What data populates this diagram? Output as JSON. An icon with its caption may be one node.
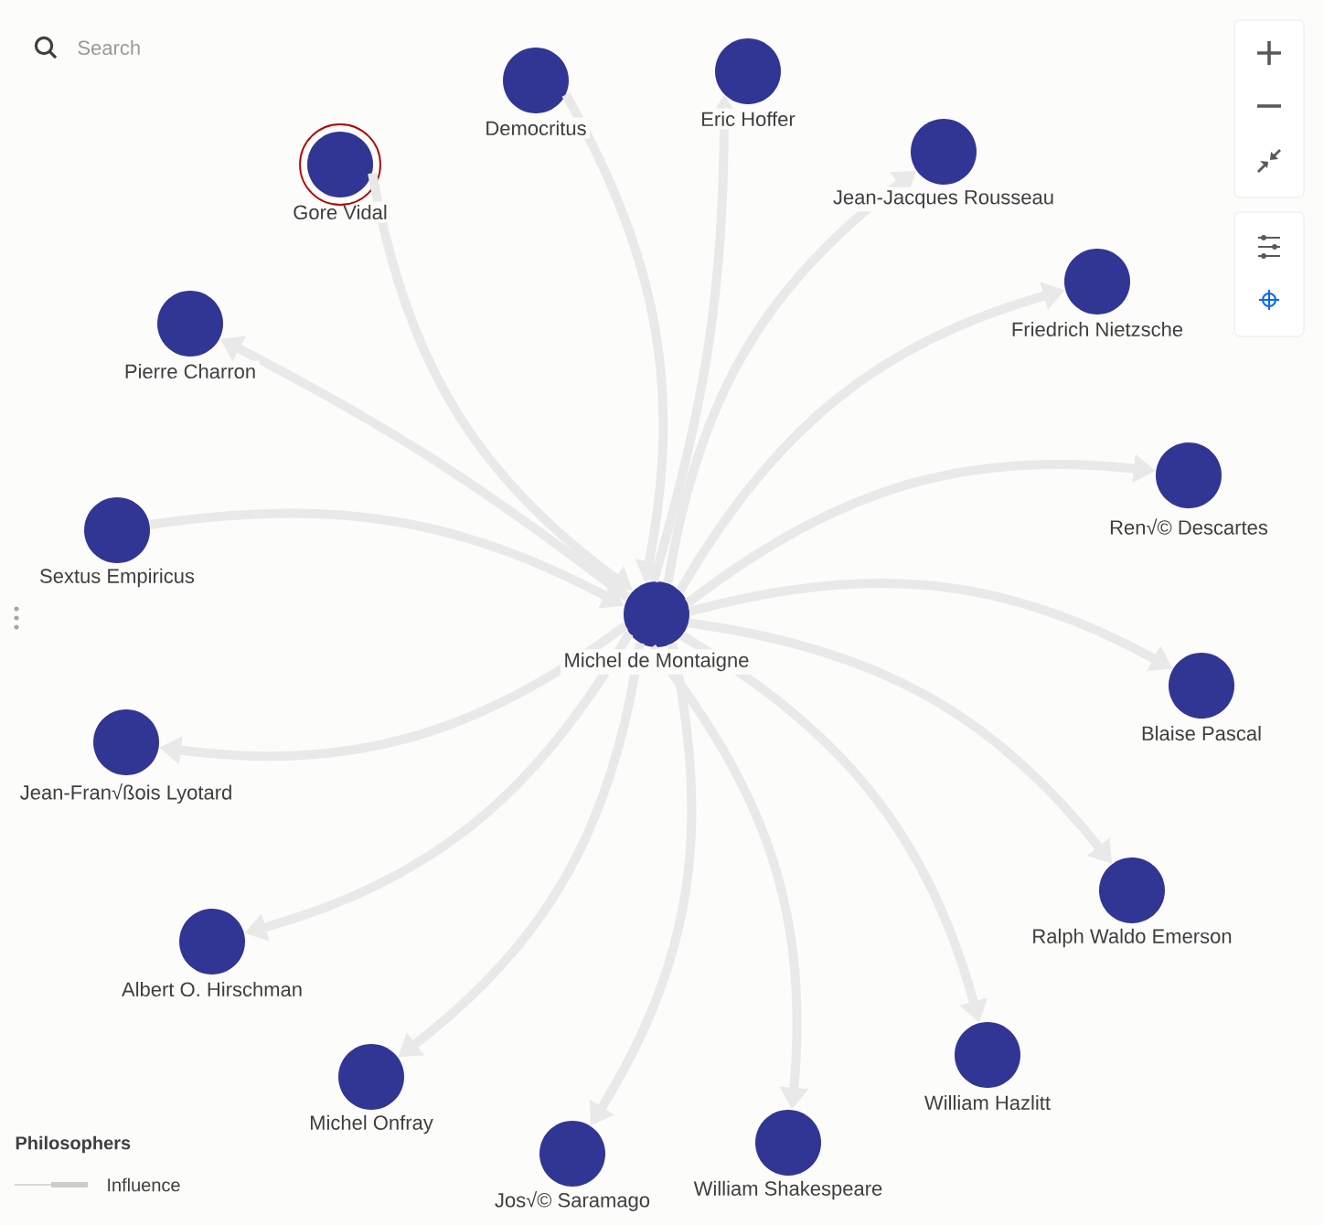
{
  "diagram": {
    "nodes": [
      {
        "text": [
          "Democritus"
        ]
      },
      {
        "text": [
          "Eric Hoffer"
        ]
      },
      {
        "text": [
          "Gore Vidal"
        ]
      },
      {
        "text": [
          "Jean-Jacques Rousseau"
        ]
      },
      {
        "text": [
          "Friedrich Nietzsche"
        ]
      },
      {
        "text": [
          "Pierre Charron"
        ]
      },
      {
        "text": [
          "Sextus Empiricus"
        ]
      },
      {
        "text": [
          "Ren√© Descartes"
        ]
      },
      {
        "text": [
          "Michel de Montaigne"
        ]
      },
      {
        "text": [
          "Blaise Pascal"
        ]
      },
      {
        "text": [
          "Jean-Fran√ßois Lyotard"
        ]
      },
      {
        "text": [
          "Ralph Waldo Emerson"
        ]
      },
      {
        "text": [
          "Albert O. Hirschman"
        ]
      },
      {
        "text": [
          "William Hazlitt"
        ]
      },
      {
        "text": [
          "Michel Onfray"
        ]
      },
      {
        "text": [
          "Jos√© Saramago"
        ]
      },
      {
        "text": [
          "William Shakespeare"
        ]
      }
    ],
    "edges": [
      {
        "from": 0,
        "to": 8,
        "arrow": "to"
      },
      {
        "from": 2,
        "to": 8,
        "arrow": "to"
      },
      {
        "from": 6,
        "to": 8,
        "arrow": "to"
      },
      {
        "from": 8,
        "to": 1,
        "arrow": "to"
      },
      {
        "from": 8,
        "to": 3,
        "arrow": "to"
      },
      {
        "from": 8,
        "to": 4,
        "arrow": "to"
      },
      {
        "from": 8,
        "to": 5,
        "arrow": "to"
      },
      {
        "from": 8,
        "to": 7,
        "arrow": "to"
      },
      {
        "from": 8,
        "to": 9,
        "arrow": "to"
      },
      {
        "from": 8,
        "to": 10,
        "arrow": "to"
      },
      {
        "from": 8,
        "to": 11,
        "arrow": "to"
      },
      {
        "from": 8,
        "to": 12,
        "arrow": "to"
      },
      {
        "from": 8,
        "to": 13,
        "arrow": "to"
      },
      {
        "from": 8,
        "to": 14,
        "arrow": "to"
      },
      {
        "from": 8,
        "to": 15,
        "arrow": "to"
      },
      {
        "from": 8,
        "to": 16,
        "arrow": "to"
      }
    ],
    "labels": [
      "Search",
      "Philosophers"
    ],
    "legend": [
      {
        "text": "Influence"
      }
    ]
  }
}
